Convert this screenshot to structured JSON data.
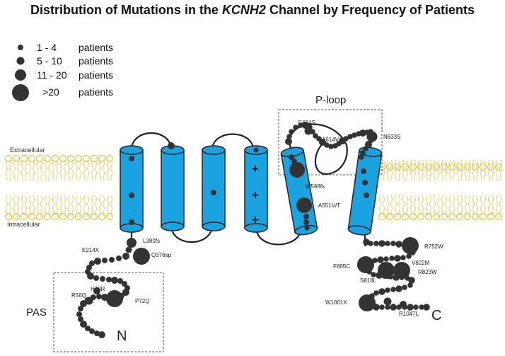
{
  "title": {
    "pre": "Distribution of Mutations in the ",
    "gene": "KCNH2",
    "post": " Channel by Frequency of Patients"
  },
  "legend": [
    {
      "range": "1 - 4",
      "unit": "patients"
    },
    {
      "range": "5 - 10",
      "unit": "patients"
    },
    {
      "range": "11 - 20",
      "unit": "patients"
    },
    {
      "range": ">20",
      "unit": "patients"
    }
  ],
  "membrane": {
    "top_label": "Extracellular",
    "bottom_label": "Intracellular"
  },
  "regions": {
    "ploop": "P-loop",
    "pas": "PAS",
    "n_terminus": "N",
    "c_terminus": "C"
  },
  "voltage_sensor_charges": [
    "+",
    "+",
    "+"
  ],
  "mutations": {
    "G604S": "G604S",
    "A614V": "A614V",
    "N633S": "N633S",
    "W568fs": "W568fs",
    "A551VT": "A551V/T",
    "L380fs": "L380fs",
    "E214X": "E214X",
    "Q376sp": "Q376sp",
    "H70R": "H70R",
    "R56Q": "R56Q",
    "P72Q": "P72Q",
    "R752W": "R752W",
    "F805C": "F805C",
    "V822M": "V822M",
    "R823W": "R823W",
    "S818L": "S818L",
    "W1001X": "W1001X",
    "R1047L": "R1047L"
  },
  "colors": {
    "helix": "#1aa3e0",
    "helix_stroke": "#222222",
    "mutation": "#333333",
    "lipid": "#e8c44a",
    "box": "#555555"
  }
}
